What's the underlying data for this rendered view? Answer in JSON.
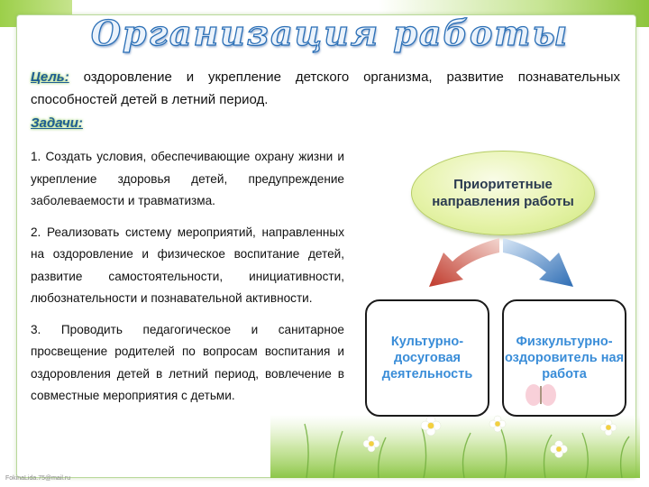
{
  "title": "Организация  работы",
  "goal": {
    "label": "Цель:",
    "text": "  оздоровление и укрепление детского организма, развитие познавательных способностей детей в летний период."
  },
  "tasks": {
    "label": "Задачи:",
    "items": [
      "1. Создать условия, обеспечивающие охрану жизни и укрепление здоровья детей, предупреждение заболеваемости и травматизма.",
      "2. Реализовать систему мероприятий, направленных на оздоровление и физическое воспитание детей, развитие самостоятельности, инициативности, любознательности и познавательной активности.",
      "3. Проводить педагогическое и санитарное просвещение родителей по вопросам воспитания и оздоровления детей в летний период, вовлечение в совместные мероприятия с детьми."
    ]
  },
  "diagram": {
    "center": "Приоритетные направления работы",
    "left_box": "Культурно-досуговая деятельность",
    "right_box": "Физкультурно-оздоровитель ная работа",
    "left_arrow_color": "#c0392b",
    "right_arrow_color": "#2e6db4"
  },
  "footer": "FokinaLida.75@mail.ru",
  "colors": {
    "accent_green": "#8ec53d",
    "title_blue": "#2b6fb6",
    "box_text_blue": "#3a8dd8"
  }
}
